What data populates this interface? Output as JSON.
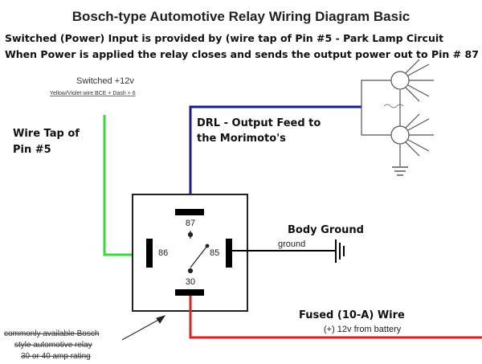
{
  "title": "Bosch-type Automotive Relay Wiring Diagram Basic",
  "subtitle_lines": [
    "Switched (Power) Input is provided by (wire tap of Pin #5 - Park Lamp Circuit",
    "When Power is applied the relay closes and sends the output power out to Pin # 87"
  ],
  "labels": {
    "switched_12v": "Switched +12v",
    "yellow_violet": "Yellow/Violet wire BCE + Dash + 6",
    "wire_tap_line1": "Wire Tap of",
    "wire_tap_line2": "Pin #5",
    "drl_line1": "DRL - Output Feed to",
    "drl_line2": "the Morimoto's",
    "body_ground": "Body Ground",
    "ground": "ground",
    "fused_wire": "Fused (10-A) Wire",
    "battery_feed": "(+) 12v from battery",
    "relay_caption_line1": "commonly available Bosch",
    "relay_caption_line2": "style automotive relay",
    "relay_caption_line3": "30 or 40 amp rating"
  },
  "pins": {
    "p87": "87",
    "p86": "86",
    "p85": "85",
    "p30": "30"
  },
  "colors": {
    "green_wire": "#33dd33",
    "blue_wire": "#1a1a8c",
    "red_wire": "#dd2222",
    "black": "#000000"
  }
}
